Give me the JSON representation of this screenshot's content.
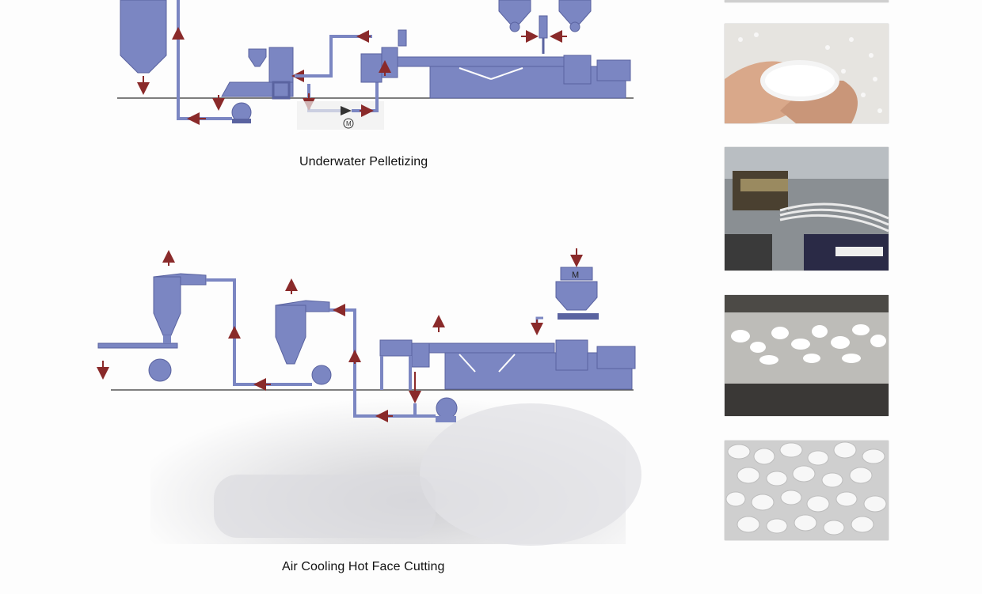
{
  "captions": {
    "underwater": "Underwater Pelletizing",
    "air_cooling": "Air Cooling Hot Face Cutting"
  },
  "motor_label": "M",
  "colors": {
    "machine": "#7b86c2",
    "machine_dark": "#5a63a0",
    "arrow": "#8a2a2a",
    "ground": "#555555"
  },
  "photos": [
    {
      "name": "pellets-in-hands-photo"
    },
    {
      "name": "strand-extrusion-photo"
    },
    {
      "name": "conveyor-cutting-photo"
    },
    {
      "name": "white-pellets-closeup-photo"
    }
  ]
}
